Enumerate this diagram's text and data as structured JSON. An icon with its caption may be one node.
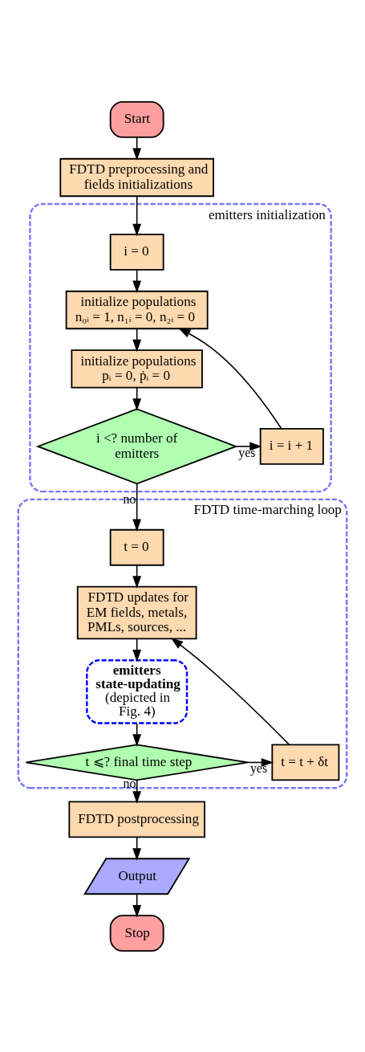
{
  "diagram": {
    "nodes": [
      {
        "text": [
          "Start"
        ]
      },
      {
        "text": [
          "FDTD preprocessing and fields initializations"
        ]
      },
      {
        "text": [
          "emitters initialization"
        ]
      },
      {
        "text": [
          "i = 0"
        ],
        "in": 2
      },
      {
        "text": [
          "initialize populations",
          "n₀ᵢ = 1, n₁ᵢ = 0, n₂ᵢ = 0"
        ],
        "in": 2
      },
      {
        "text": [
          "initialize populations",
          "pᵢ = 0, ṗᵢ = 0"
        ],
        "in": 2
      },
      {
        "text": [
          "i = i + 1"
        ],
        "in": 2
      },
      {
        "text": [
          "i <? number of emitters"
        ],
        "in": 2
      },
      {
        "text": [
          "FDTD time-marching loop"
        ]
      },
      {
        "text": [
          "t = 0"
        ],
        "in": 8
      },
      {
        "text": [
          "FDTD updates for EM fields, metals, PMLs, sources, ..."
        ],
        "in": 8
      },
      {
        "text": [
          "emitters state-updating",
          "(depicted in Fig. 4)"
        ],
        "in": 8
      },
      {
        "text": [
          "t = t + δt"
        ],
        "in": 8
      },
      {
        "text": [
          "t ⩽? final time step"
        ],
        "in": 8
      },
      {
        "text": [
          "FDTD postprocessing"
        ]
      },
      {
        "text": [
          "Output"
        ]
      },
      {
        "text": [
          "Stop"
        ]
      }
    ],
    "edges": [
      {
        "from": 0,
        "to": 1,
        "arrow": "to"
      },
      {
        "from": 1,
        "to": 3,
        "arrow": "to"
      },
      {
        "from": 3,
        "to": 4,
        "arrow": "to"
      },
      {
        "from": 4,
        "to": 5,
        "arrow": "to"
      },
      {
        "from": 5,
        "to": 7,
        "arrow": "to"
      },
      {
        "from": 7,
        "to": 6,
        "arrow": "to",
        "label": "yes"
      },
      {
        "from": 6,
        "to": 4,
        "arrow": "to"
      },
      {
        "from": 7,
        "to": 9,
        "arrow": "to",
        "label": "no"
      },
      {
        "from": 9,
        "to": 10,
        "arrow": "to"
      },
      {
        "from": 10,
        "to": 11,
        "arrow": "to"
      },
      {
        "from": 11,
        "to": 13,
        "arrow": "to"
      },
      {
        "from": 13,
        "to": 12,
        "arrow": "to",
        "label": "yes"
      },
      {
        "from": 12,
        "to": 10,
        "arrow": "to"
      },
      {
        "from": 13,
        "to": 14,
        "arrow": "to",
        "label": "no"
      },
      {
        "from": 14,
        "to": 15,
        "arrow": "to"
      },
      {
        "from": 15,
        "to": 16,
        "arrow": "to"
      }
    ]
  }
}
